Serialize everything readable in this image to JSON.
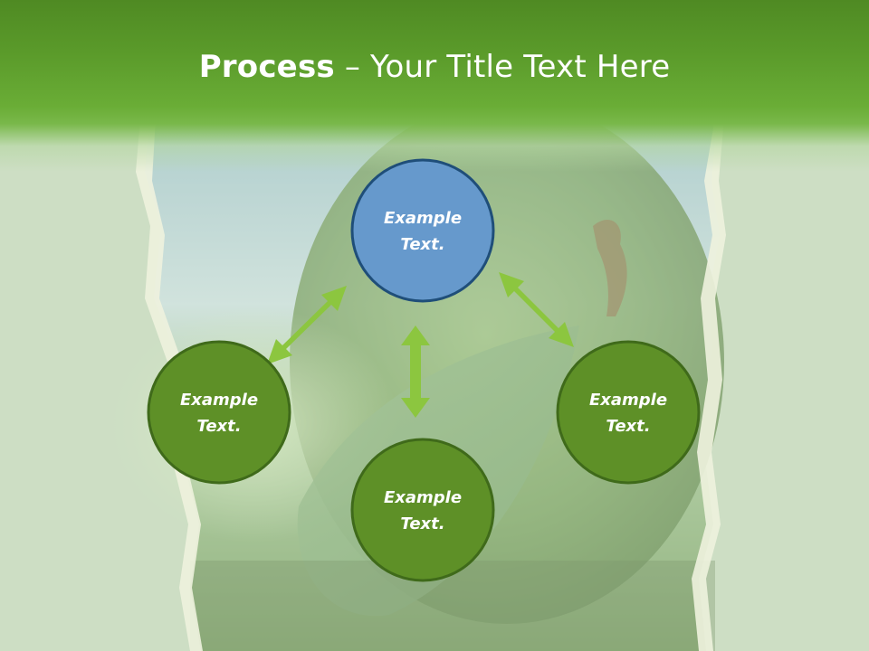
{
  "title": {
    "strong": "Process",
    "rest": " – Your Title Text Here"
  },
  "colors": {
    "header_green": "#5a9a2a",
    "node_blue": "#6699cc",
    "node_blue_border": "#1f4e79",
    "node_green": "#5e9027",
    "node_green_border": "#3f6a1a",
    "arrow_green": "#8cc63f"
  },
  "nodes": [
    {
      "id": "top",
      "line1": "Example",
      "line2": "Text."
    },
    {
      "id": "left",
      "line1": "Example",
      "line2": "Text."
    },
    {
      "id": "bottom",
      "line1": "Example",
      "line2": "Text."
    },
    {
      "id": "right",
      "line1": "Example",
      "line2": "Text."
    }
  ]
}
